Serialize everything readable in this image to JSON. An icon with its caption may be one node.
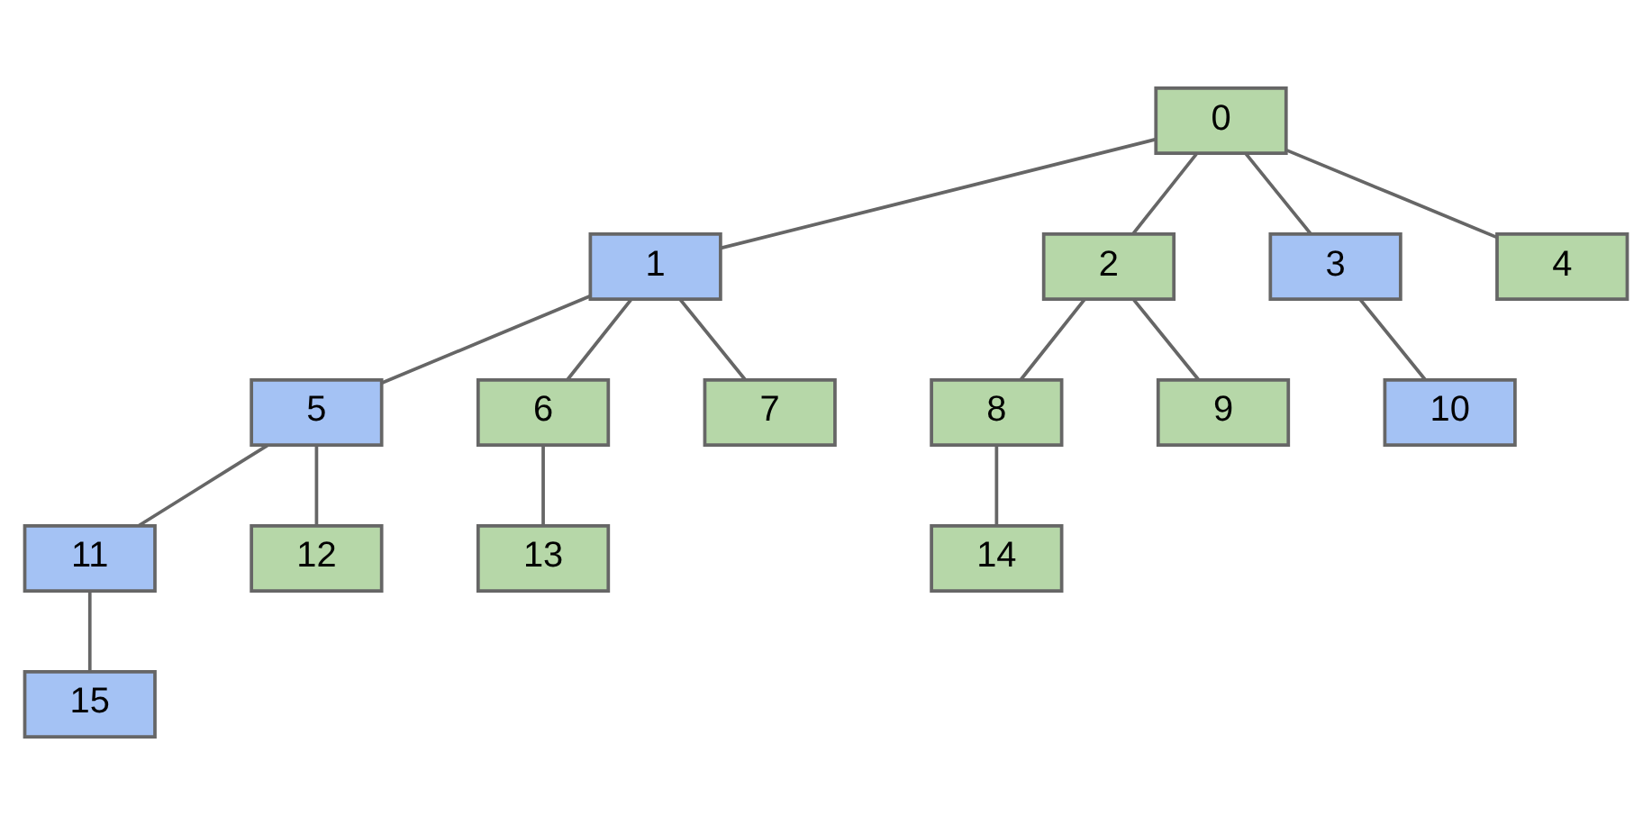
{
  "diagram": {
    "nodes": [
      {
        "text": [
          "0"
        ]
      },
      {
        "text": [
          "1"
        ]
      },
      {
        "text": [
          "2"
        ]
      },
      {
        "text": [
          "3"
        ]
      },
      {
        "text": [
          "4"
        ]
      },
      {
        "text": [
          "5"
        ]
      },
      {
        "text": [
          "6"
        ]
      },
      {
        "text": [
          "7"
        ]
      },
      {
        "text": [
          "8"
        ]
      },
      {
        "text": [
          "9"
        ]
      },
      {
        "text": [
          "10"
        ]
      },
      {
        "text": [
          "11"
        ]
      },
      {
        "text": [
          "12"
        ]
      },
      {
        "text": [
          "13"
        ]
      },
      {
        "text": [
          "14"
        ]
      },
      {
        "text": [
          "15"
        ]
      }
    ],
    "edges": [
      {
        "from": 0,
        "to": 1,
        "arrow": "none"
      },
      {
        "from": 0,
        "to": 2,
        "arrow": "none"
      },
      {
        "from": 0,
        "to": 3,
        "arrow": "none"
      },
      {
        "from": 0,
        "to": 4,
        "arrow": "none"
      },
      {
        "from": 1,
        "to": 5,
        "arrow": "none"
      },
      {
        "from": 1,
        "to": 6,
        "arrow": "none"
      },
      {
        "from": 1,
        "to": 7,
        "arrow": "none"
      },
      {
        "from": 2,
        "to": 8,
        "arrow": "none"
      },
      {
        "from": 2,
        "to": 9,
        "arrow": "none"
      },
      {
        "from": 3,
        "to": 10,
        "arrow": "none"
      },
      {
        "from": 5,
        "to": 11,
        "arrow": "none"
      },
      {
        "from": 5,
        "to": 12,
        "arrow": "none"
      },
      {
        "from": 6,
        "to": 13,
        "arrow": "none"
      },
      {
        "from": 8,
        "to": 14,
        "arrow": "none"
      },
      {
        "from": 11,
        "to": 15,
        "arrow": "none"
      }
    ]
  }
}
